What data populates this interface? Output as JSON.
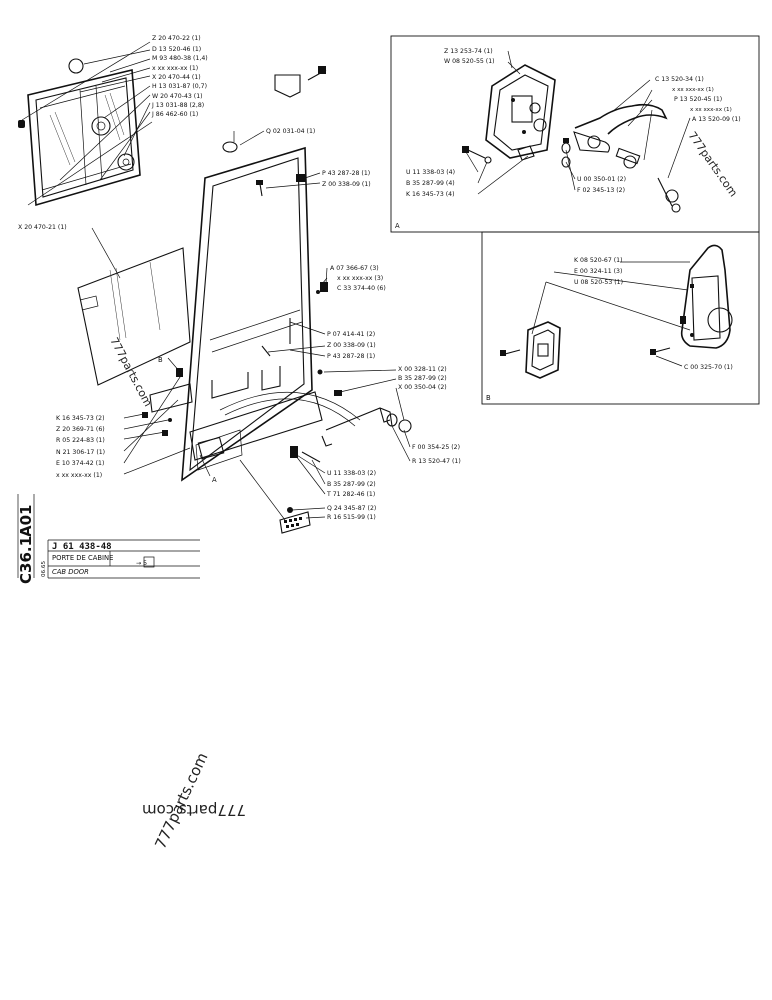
{
  "diagram": {
    "part_number": "J 61 438-48",
    "section_code_a": "A01",
    "section_code_b": "C36.1",
    "edition_code": "06.65",
    "title_fr": "PORTE DE CABINE",
    "title_en": "CAB DOOR",
    "ref_note": "→ 5",
    "watermark": "777parts.com",
    "inset_a_letter": "A",
    "inset_b_letter": "B",
    "callout_a": "A",
    "callout_b": "B"
  },
  "labels": {
    "z20470_22": "Z 20 470-22 (1)",
    "d13520_46": "D 13 520-46 (1)",
    "m93480_38": "M 93 480-38 (1,4)",
    "xx_1": "x xx xxx-xx (1)",
    "x20470_44": "X 20 470-44 (1)",
    "h13031_87": "H 13 031-87 (0,7)",
    "w20470_43": "W 20 470-43 (1)",
    "j13031_88": "J 13 031-88 (2,8)",
    "j86462_60": "J 86 462-60 (1)",
    "q02031_04": "Q 02 031-04 (1)",
    "p43287_28_a": "P 43 287-28 (1)",
    "z00338_09_a": "Z 00 338-09 (1)",
    "x20470_21": "X 20 470-21 (1)",
    "a07366_67": "A 07 366-67 (3)",
    "xx_3": "x xx xxx-xx (3)",
    "c33374_40": "C 33 374-40 (6)",
    "p07414_41": "P 07 414-41 (2)",
    "z00338_09_b": "Z 00 338-09 (1)",
    "p43287_28_b": "P 43 287-28 (1)",
    "x00328_11": "X 00 328-11 (2)",
    "b35287_99_a": "B 35 287-99 (2)",
    "x00350_04": "X 00 350-04 (2)",
    "k16345_73_a": "K 16 345-73 (2)",
    "z20369_71": "Z 20 369-71 (6)",
    "r05224_83": "R 05 224-83 (1)",
    "n21306_17": "N 21 306-17 (1)",
    "e10374_42": "E 10 374-42 (1)",
    "xx_4": "x xx xxx-xx (1)",
    "f00354_25": "F 00 354-25 (2)",
    "r13520_47": "R 13 520-47 (1)",
    "u11338_03_a": "U 11 338-03 (2)",
    "b35287_99_b": "B 35 287-99 (2)",
    "t71282_46": "T 71 282-46 (1)",
    "q24345_87": "Q 24 345-87 (2)",
    "r16515_99": "R 16 515-99 (1)",
    "z13253_74": "Z 13 253-74 (1)",
    "w08520_55": "W 08 520-55 (1)",
    "c13520_34": "C 13 520-34 (1)",
    "xx_a1": "x xx xxx-xx (1)",
    "p13520_45": "P 13 520-45 (1)",
    "xx_a2": "x xx xxx-xx (1)",
    "a13520_09": "A 13 520-09 (1)",
    "u11338_03_b": "U 11 338-03 (4)",
    "b35287_99_c": "B 35 287-99 (4)",
    "k16345_73_b": "K 16 345-73 (4)",
    "u00350_01": "U 00 350-01 (2)",
    "f02345_13": "F 02 345-13 (2)",
    "k08520_67": "K 08 520-67 (1)",
    "e00324_11": "E 00 324-11 (3)",
    "u08520_53": "U 08 520-53 (1)",
    "c00325_70": "C 00 325-70 (1)"
  }
}
